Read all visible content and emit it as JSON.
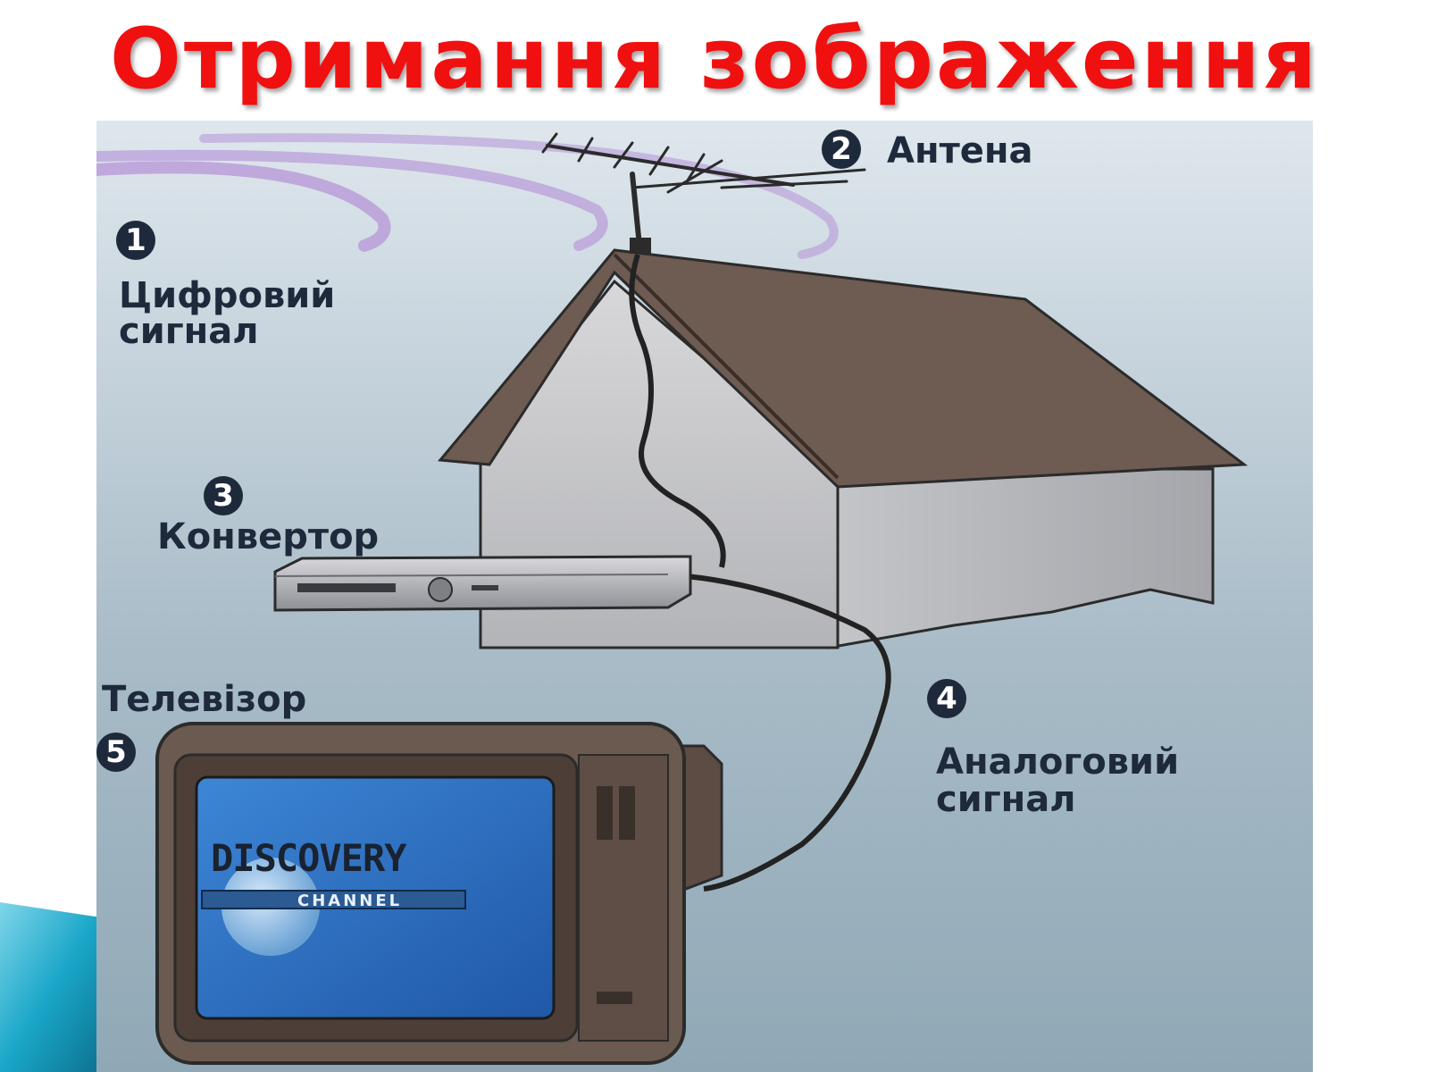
{
  "slide": {
    "title": "Отримання зображення"
  },
  "diagram": {
    "labels": {
      "digital_signal_line1": "Цифровий",
      "digital_signal_line2": "сигнал",
      "antenna": "Антена",
      "converter": "Конвертор",
      "analog_signal_line1": "Аналоговий",
      "analog_signal_line2": "сигнал",
      "tv": "Телевізор"
    },
    "badges": {
      "digital_signal": "1",
      "antenna": "2",
      "converter": "3",
      "analog_signal": "4",
      "tv": "5"
    },
    "tv_screen": {
      "logo_main": "DISCOVERY",
      "logo_sub": "CHANNEL"
    }
  },
  "colors": {
    "title": "#f01010",
    "label": "#1e2a3c",
    "roof": "#6e5b52",
    "wall": "#c9c9cc",
    "tv_body": "#6b5a50",
    "screen": "#2a6fc0",
    "wave": "#b89ad8",
    "accent_teal": "#1aa6c8"
  }
}
